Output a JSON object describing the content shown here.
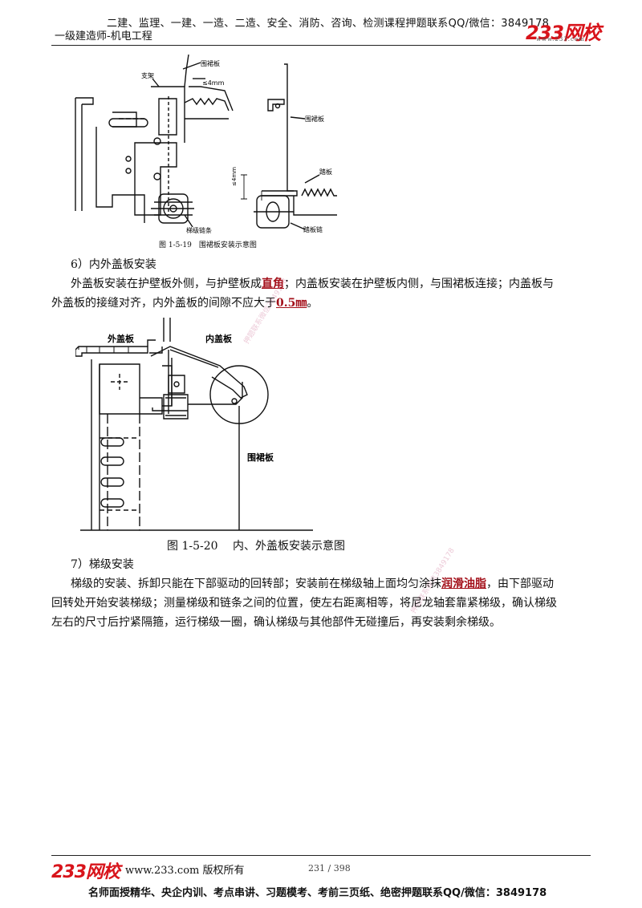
{
  "header": {
    "line1": "二建、监理、一建、一造、二造、安全、消防、咨询、检测课程押题联系QQ/微信：3849178",
    "line2": "一级建造师-机电工程",
    "logo": "233网校",
    "logo_sub": "www.233.com"
  },
  "figure1": {
    "labels": {
      "skirt_left": "围裙板",
      "gap": "≤4mm",
      "bracket": "支架",
      "chain": "梯级链条",
      "skirt_right": "围裙板",
      "gap_vertical": "≤4mm",
      "step": "踏板",
      "step_chain": "踏板链"
    },
    "caption": "图 1-5-19　围裙板安装示意图"
  },
  "section6": {
    "title": "6）内外盖板安装",
    "p1_a": "外盖板安装在护壁板外侧，与护壁板成",
    "p1_hl": "直角",
    "p1_b": "；内盖板安装在护壁板内侧，与围裙板连接；内盖板与",
    "p2_a": "外盖板的接缝对齐，内外盖板的间隙不应大于",
    "p2_hl": "0.5㎜",
    "p2_b": "。"
  },
  "figure2": {
    "labels": {
      "outer": "外盖板",
      "inner": "内盖板",
      "skirt": "围裙板"
    },
    "caption": "图 1-5-20　 内、外盖板安装示意图"
  },
  "section7": {
    "title": "7）梯级安装",
    "p1_a": "梯级的安装、拆卸只能在下部驱动的回转部；安装前在梯级轴上面均匀涂抹",
    "p1_hl": "润滑油脂",
    "p1_b": "，由下部驱动",
    "p2": "回转处开始安装梯级；测量梯级和链条之间的位置，使左右距离相等，将尼龙轴套靠紧梯级，确认梯级",
    "p3": "左右的尺寸后拧紧隔箍，运行梯级一圈，确认梯级与其他部件无碰撞后，再安装剩余梯级。"
  },
  "footer": {
    "logo": "233网校",
    "url": "www.233.com 版权所有",
    "page": "231 / 398",
    "bottom": "名师面授精华、央企内训、考点串讲、习题模考、考前三页纸、绝密押题联系QQ/微信：3849178"
  },
  "watermark": "押题联系微信3849178"
}
